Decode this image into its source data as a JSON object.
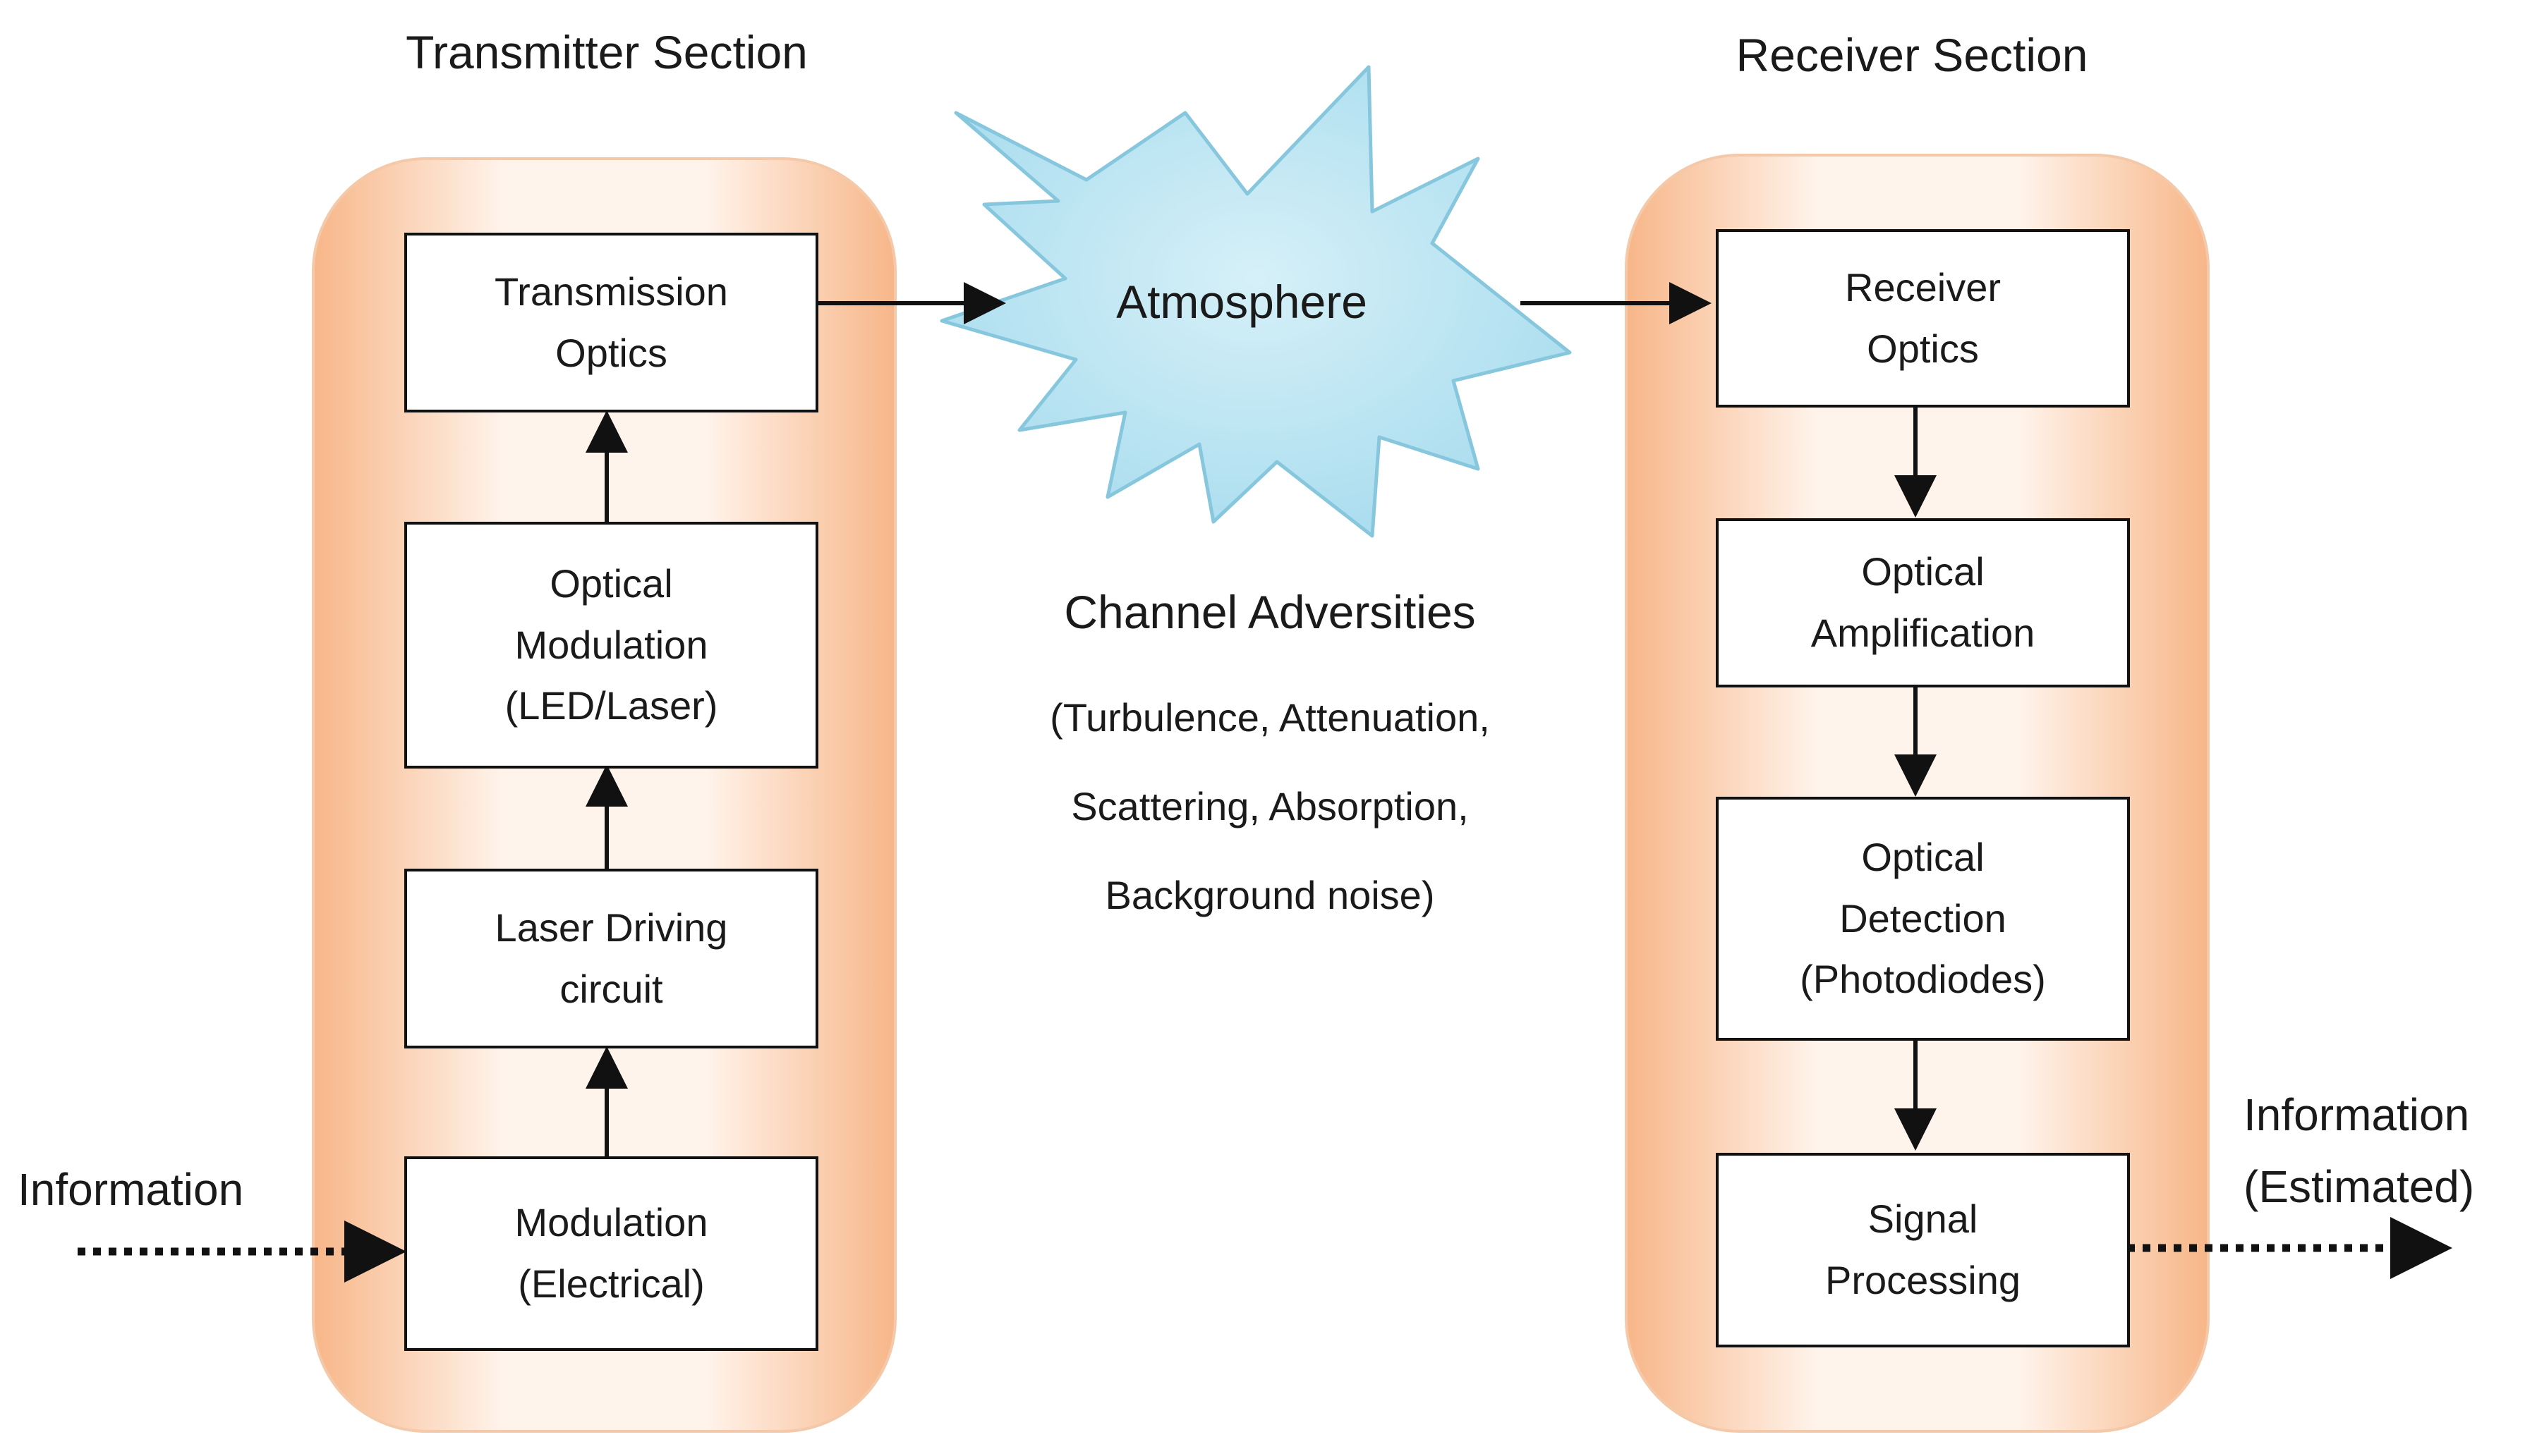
{
  "transmitter": {
    "title": "Transmitter Section",
    "blocks": [
      {
        "lines": [
          "Transmission",
          "Optics"
        ]
      },
      {
        "lines": [
          "Optical",
          "Modulation",
          "(LED/Laser)"
        ]
      },
      {
        "lines": [
          "Laser Driving",
          "circuit"
        ]
      },
      {
        "lines": [
          "Modulation",
          "(Electrical)"
        ]
      }
    ]
  },
  "receiver": {
    "title": "Receiver Section",
    "blocks": [
      {
        "lines": [
          "Receiver",
          "Optics"
        ]
      },
      {
        "lines": [
          "Optical",
          "Amplification"
        ]
      },
      {
        "lines": [
          "Optical",
          "Detection",
          "(Photodiodes)"
        ]
      },
      {
        "lines": [
          "Signal",
          "Processing"
        ]
      }
    ]
  },
  "channel": {
    "cloud_label": "Atmosphere",
    "title": "Channel Adversities",
    "details": [
      "(Turbulence, Attenuation,",
      "Scattering, Absorption,",
      "Background noise)"
    ]
  },
  "io": {
    "input_label": "Information",
    "output_lines": [
      "Information",
      "(Estimated)"
    ]
  },
  "colors": {
    "panel_edge": "#f7b688",
    "panel_center": "#fff4ec",
    "cloud_fill": "#b5e2f0",
    "cloud_stroke": "#8ccbe0",
    "line": "#111111"
  }
}
